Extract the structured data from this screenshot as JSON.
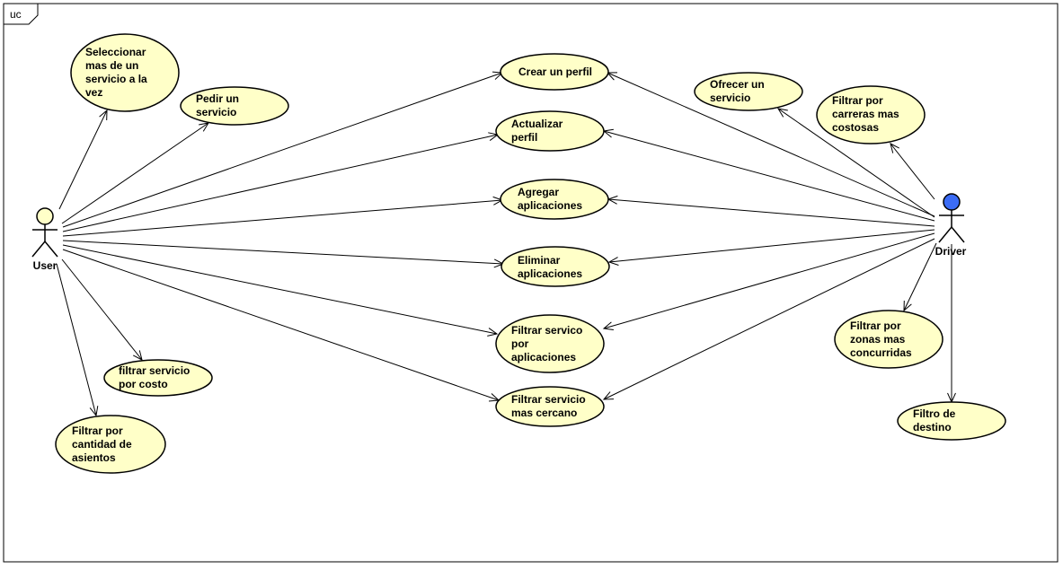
{
  "frame": {
    "label": "uc"
  },
  "actors": [
    {
      "id": "user",
      "name": "User",
      "head_color": "#ffffc8"
    },
    {
      "id": "driver",
      "name": "Driver",
      "head_color": "#3b6cf5"
    }
  ],
  "use_cases": [
    {
      "id": "seleccionar",
      "lines": [
        "Seleccionar",
        "mas de un",
        "servicio a la",
        "vez"
      ]
    },
    {
      "id": "pedir",
      "lines": [
        "Pedir un",
        "servicio"
      ]
    },
    {
      "id": "filtrar-costo",
      "lines": [
        "filtrar servicio",
        "por costo"
      ]
    },
    {
      "id": "filtrar-asientos",
      "lines": [
        "Filtrar por",
        "cantidad de",
        "asientos"
      ]
    },
    {
      "id": "crear-perfil",
      "lines": [
        "Crear un perfil"
      ]
    },
    {
      "id": "actualizar-perfil",
      "lines": [
        "Actualizar",
        "perfil"
      ]
    },
    {
      "id": "agregar-aplicaciones",
      "lines": [
        "Agregar",
        "aplicaciones"
      ]
    },
    {
      "id": "eliminar-aplicaciones",
      "lines": [
        "Eliminar",
        "aplicaciones"
      ]
    },
    {
      "id": "filtrar-aplicaciones",
      "lines": [
        "Filtrar servico",
        "por",
        "aplicaciones"
      ]
    },
    {
      "id": "filtrar-cercano",
      "lines": [
        "Filtrar servicio",
        "mas cercano"
      ]
    },
    {
      "id": "ofrecer",
      "lines": [
        "Ofrecer un",
        "servicio"
      ]
    },
    {
      "id": "filtrar-carreras",
      "lines": [
        "Filtrar por",
        "carreras mas",
        "costosas"
      ]
    },
    {
      "id": "filtrar-zonas",
      "lines": [
        "Filtrar por",
        "zonas mas",
        "concurridas"
      ]
    },
    {
      "id": "filtro-destino",
      "lines": [
        "Filtro de",
        "destino"
      ]
    }
  ],
  "associations": [
    {
      "from": "user",
      "to": "seleccionar"
    },
    {
      "from": "user",
      "to": "pedir"
    },
    {
      "from": "user",
      "to": "filtrar-costo"
    },
    {
      "from": "user",
      "to": "filtrar-asientos"
    },
    {
      "from": "user",
      "to": "crear-perfil"
    },
    {
      "from": "user",
      "to": "actualizar-perfil"
    },
    {
      "from": "user",
      "to": "agregar-aplicaciones"
    },
    {
      "from": "user",
      "to": "eliminar-aplicaciones"
    },
    {
      "from": "user",
      "to": "filtrar-aplicaciones"
    },
    {
      "from": "user",
      "to": "filtrar-cercano"
    },
    {
      "from": "driver",
      "to": "crear-perfil"
    },
    {
      "from": "driver",
      "to": "actualizar-perfil"
    },
    {
      "from": "driver",
      "to": "agregar-aplicaciones"
    },
    {
      "from": "driver",
      "to": "eliminar-aplicaciones"
    },
    {
      "from": "driver",
      "to": "filtrar-aplicaciones"
    },
    {
      "from": "driver",
      "to": "filtrar-cercano"
    },
    {
      "from": "driver",
      "to": "ofrecer"
    },
    {
      "from": "driver",
      "to": "filtrar-carreras"
    },
    {
      "from": "driver",
      "to": "filtrar-zonas"
    },
    {
      "from": "driver",
      "to": "filtro-destino"
    }
  ]
}
